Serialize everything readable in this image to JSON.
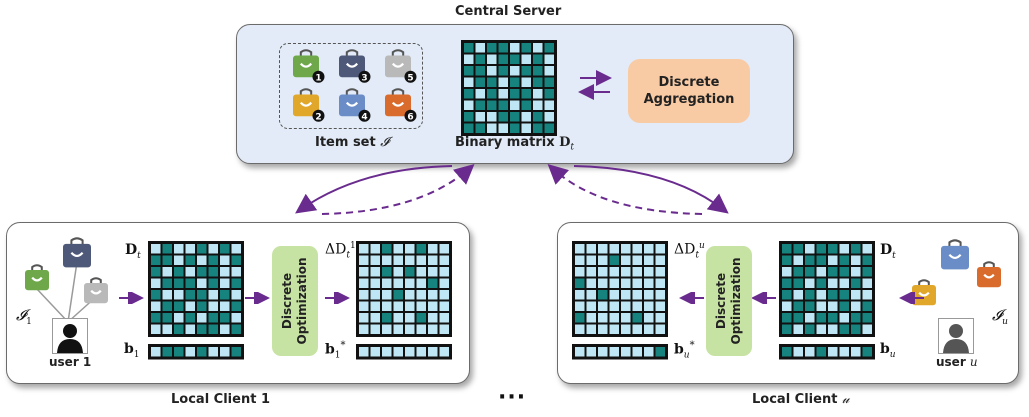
{
  "server": {
    "title": "Central Server",
    "item_set_label": "Item set ",
    "item_set_symbol": "𝓘",
    "binary_matrix_label": "Binary matrix ",
    "binary_matrix_symbol": "D",
    "binary_matrix_sub": "t",
    "aggregation_label_line1": "Discrete",
    "aggregation_label_line2": "Aggregation",
    "items": [
      {
        "number": "1",
        "color": "#6fa84a"
      },
      {
        "number": "3",
        "color": "#4e5878"
      },
      {
        "number": "5",
        "color": "#b9b9b9"
      },
      {
        "number": "2",
        "color": "#e0a72b"
      },
      {
        "number": "4",
        "color": "#6a8dc8"
      },
      {
        "number": "6",
        "color": "#d96c2c"
      }
    ]
  },
  "client_left": {
    "title": "Local Client 1",
    "user_label": "user 1",
    "item_set_symbol": "𝓘",
    "item_set_sub": "1",
    "matrix_symbol": "D",
    "matrix_sub": "t",
    "delta_symbol": "ΔD",
    "delta_sub": "t",
    "delta_sup": "1",
    "b_symbol": "b",
    "b_sub": "1",
    "bstar_symbol": "b",
    "bstar_sub": "1",
    "bstar_sup": "*",
    "opt_line1": "Discrete",
    "opt_line2": "Optimization"
  },
  "client_right": {
    "title": "Local Client ",
    "title_symbol": "𝓊",
    "user_label": "user ",
    "user_symbol": "u",
    "item_set_symbol": "𝓘",
    "item_set_sub": "u",
    "matrix_symbol": "D",
    "matrix_sub": "t",
    "delta_symbol": "ΔD",
    "delta_sub": "t",
    "delta_sup": "u",
    "b_symbol": "b",
    "b_sub": "u",
    "bstar_symbol": "b",
    "bstar_sub": "u",
    "bstar_sup": "*",
    "opt_line1": "Discrete",
    "opt_line2": "Optimization"
  },
  "ellipsis": "···",
  "colors": {
    "dark_cell": "#17837f",
    "light_cell": "#bfe6f4",
    "arrow": "#6a2b8e",
    "server_bg": "#e2ebf7"
  }
}
